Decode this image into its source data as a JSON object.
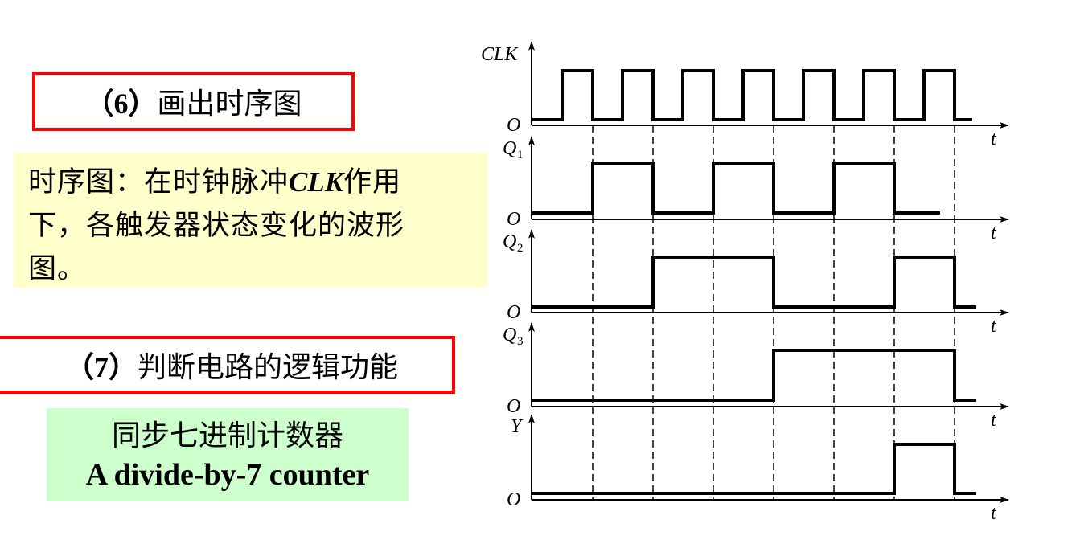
{
  "section6": {
    "number": "（6）",
    "title": "画出时序图"
  },
  "definition": {
    "term": "时序图：",
    "line1_before": "在时钟脉冲",
    "line1_clk": "CLK",
    "line1_after": "作用",
    "line2": "下，各触发器状态变化的波形",
    "line3": "图。"
  },
  "section7": {
    "number": "（7）",
    "title": "判断电路的逻辑功能"
  },
  "answer": {
    "chinese": "同步七进制计数器",
    "english": "A divide-by-7 counter"
  },
  "colors": {
    "red_border": "#ff0000",
    "yellow_bg": "#ffffcc",
    "green_bg": "#ccffcc"
  },
  "timing_diagram": {
    "origin_label": "O",
    "time_label": "t",
    "signals": [
      {
        "name": "CLK",
        "sub": "",
        "levels": "clock, 7 pulses"
      },
      {
        "name": "Q",
        "sub": "1",
        "levels": [
          0,
          1,
          0,
          1,
          0,
          1,
          0
        ]
      },
      {
        "name": "Q",
        "sub": "2",
        "levels": [
          0,
          0,
          1,
          1,
          0,
          0,
          1
        ]
      },
      {
        "name": "Q",
        "sub": "3",
        "levels": [
          0,
          0,
          0,
          0,
          1,
          1,
          1
        ]
      },
      {
        "name": "Y",
        "sub": "",
        "levels": [
          0,
          0,
          0,
          0,
          0,
          0,
          1
        ]
      }
    ]
  }
}
